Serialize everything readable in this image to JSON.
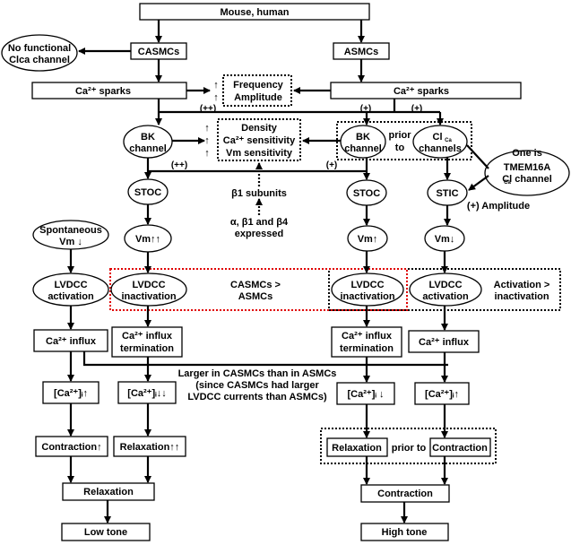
{
  "nodes": {
    "mouse_human": "Mouse, human",
    "no_functional": [
      "No functional",
      "Clca channel"
    ],
    "casmcs": "CASMCs",
    "asmcs": "ASMCs",
    "ca_sparks_left": "Ca²⁺ sparks",
    "ca_sparks_right": "Ca²⁺ sparks",
    "freq_amp": [
      "Frequency",
      "Amplitude"
    ],
    "bk_left": [
      "BK",
      "channel"
    ],
    "density_box": [
      "Density",
      "Ca²⁺ sensitivity",
      "Vm sensitivity"
    ],
    "bk_right": [
      "BK",
      "channel"
    ],
    "prior_to_1": [
      "prior",
      "to"
    ],
    "clca": [
      "Cl",
      "channels"
    ],
    "one_is": "One is",
    "tmem16a": [
      "TMEM16A",
      "Cl   channel"
    ],
    "beta1": "β1 subunits",
    "expressed": [
      "α, β1 and β4",
      "expressed"
    ],
    "stoc_left": "STOC",
    "stoc_right": "STOC",
    "stic": "STIC",
    "amplitude_note": "(+) Amplitude",
    "spontaneous": [
      "Spontaneous",
      "Vm ↓"
    ],
    "vm_left": "Vm↑↑",
    "vm_mid": "Vm↑",
    "vm_right": "Vm↓",
    "lvdcc_act_left": [
      "LVDCC",
      "activation"
    ],
    "lvdcc_inact_left": [
      "LVDCC",
      "inactivation"
    ],
    "casmcs_gt": [
      "CASMCs >",
      "ASMCs"
    ],
    "lvdcc_inact_right": [
      "LVDCC",
      "inactivation"
    ],
    "lvdcc_act_right": [
      "LVDCC",
      "activation"
    ],
    "act_gt_inact": [
      "Activation >",
      "inactivation"
    ],
    "ca_influx_left": "Ca²⁺ influx",
    "ca_term_left": [
      "Ca²⁺ influx",
      "termination"
    ],
    "ca_term_right": [
      "Ca²⁺ influx",
      "termination"
    ],
    "ca_influx_right": "Ca²⁺ influx",
    "larger_note": [
      "Larger in CASMCs than in ASMCs",
      "(since CASMCs had larger",
      "LVDCC currents than ASMCs)"
    ],
    "cai_1": "[Ca²⁺]ᵢ↑",
    "cai_2": "[Ca²⁺]ᵢ↓↓",
    "cai_3": "[Ca²⁺]ᵢ ↓",
    "cai_4": "[Ca²⁺]ᵢ↑",
    "contraction_left": "Contraction↑",
    "relaxation_left": "Relaxation↑↑",
    "relaxation_right": "Relaxation",
    "prior_to_2": "prior to",
    "contraction_right": "Contraction",
    "relaxation_final": "Relaxation",
    "contraction_final": "Contraction",
    "low_tone": "Low tone",
    "high_tone": "High tone"
  },
  "labels": {
    "pp_1": "(++)",
    "pp_2": "(++)",
    "p_1": "(+)",
    "p_2": "(+)",
    "p_3": "(+)",
    "arrows_freq": [
      "↑",
      "↑"
    ],
    "arrows_dens": [
      "↑",
      "↑",
      "↑"
    ],
    "ca_sub": "Ca",
    "cl_sub": "Ca"
  }
}
